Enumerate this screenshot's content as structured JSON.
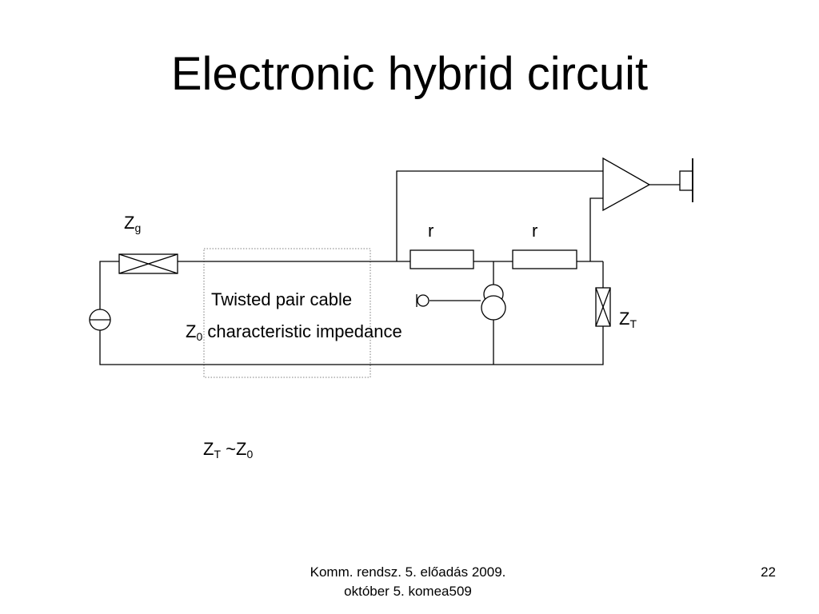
{
  "slide": {
    "title": "Electronic hybrid circuit",
    "footer_line1": "Komm. rendsz. 5. előadás 2009.",
    "footer_line2": "október 5.  komea509",
    "page_number": "22"
  },
  "diagram": {
    "zg": {
      "main": "Z",
      "sub": "g"
    },
    "r_left": "r",
    "r_right": "r",
    "cable_label": "Twisted pair cable",
    "impedance": {
      "main": "Z",
      "sub": "0",
      "rest": " characteristic impedance"
    },
    "zt": {
      "main": "Z",
      "sub": "T"
    },
    "relation": {
      "a_main": "Z",
      "a_sub": "T",
      "sep": " ~",
      "b_main": "Z",
      "b_sub": "0"
    }
  }
}
